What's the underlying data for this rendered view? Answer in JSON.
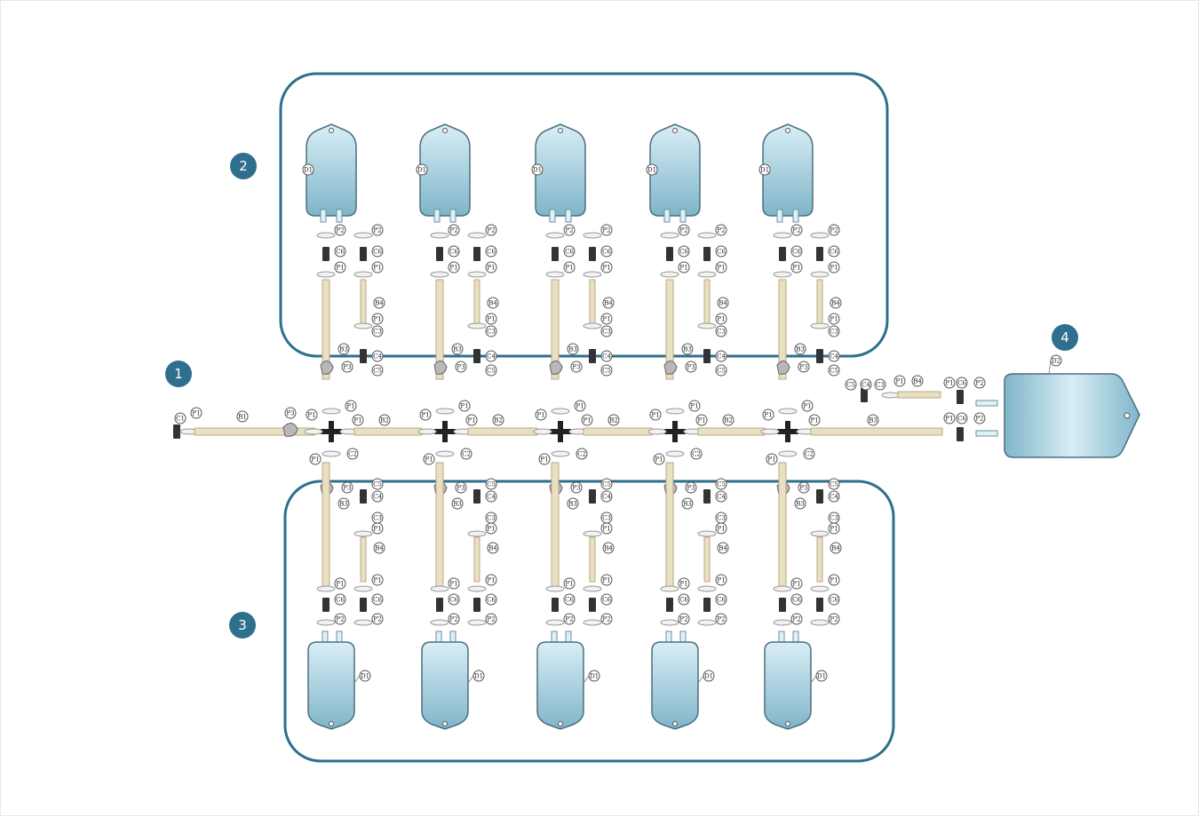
{
  "badges": [
    "1",
    "2",
    "3",
    "4"
  ],
  "upper_group": {
    "bag_label": "D1",
    "labels": [
      "P2",
      "C6",
      "P1",
      "B4",
      "C3",
      "C4",
      "C5",
      "B3",
      "P3"
    ]
  },
  "lower_group": {
    "bag_label": "D1",
    "labels": [
      "P3",
      "B3",
      "C5",
      "C4",
      "C3",
      "P1",
      "B4",
      "C6",
      "P2"
    ]
  },
  "main_line": {
    "labels": [
      "C1",
      "P1",
      "B1",
      "P3",
      "B2",
      "C2",
      "B3"
    ]
  },
  "transfer_bag": {
    "label": "D2",
    "fittings": [
      "C5",
      "C4",
      "C3",
      "P1",
      "B4",
      "C6",
      "P2"
    ]
  },
  "colors": {
    "frame": "#2e6f8e",
    "bag_top": "#d9eef6",
    "bag_bottom": "#7fb5c9",
    "tubing": "#e9dfc3"
  }
}
